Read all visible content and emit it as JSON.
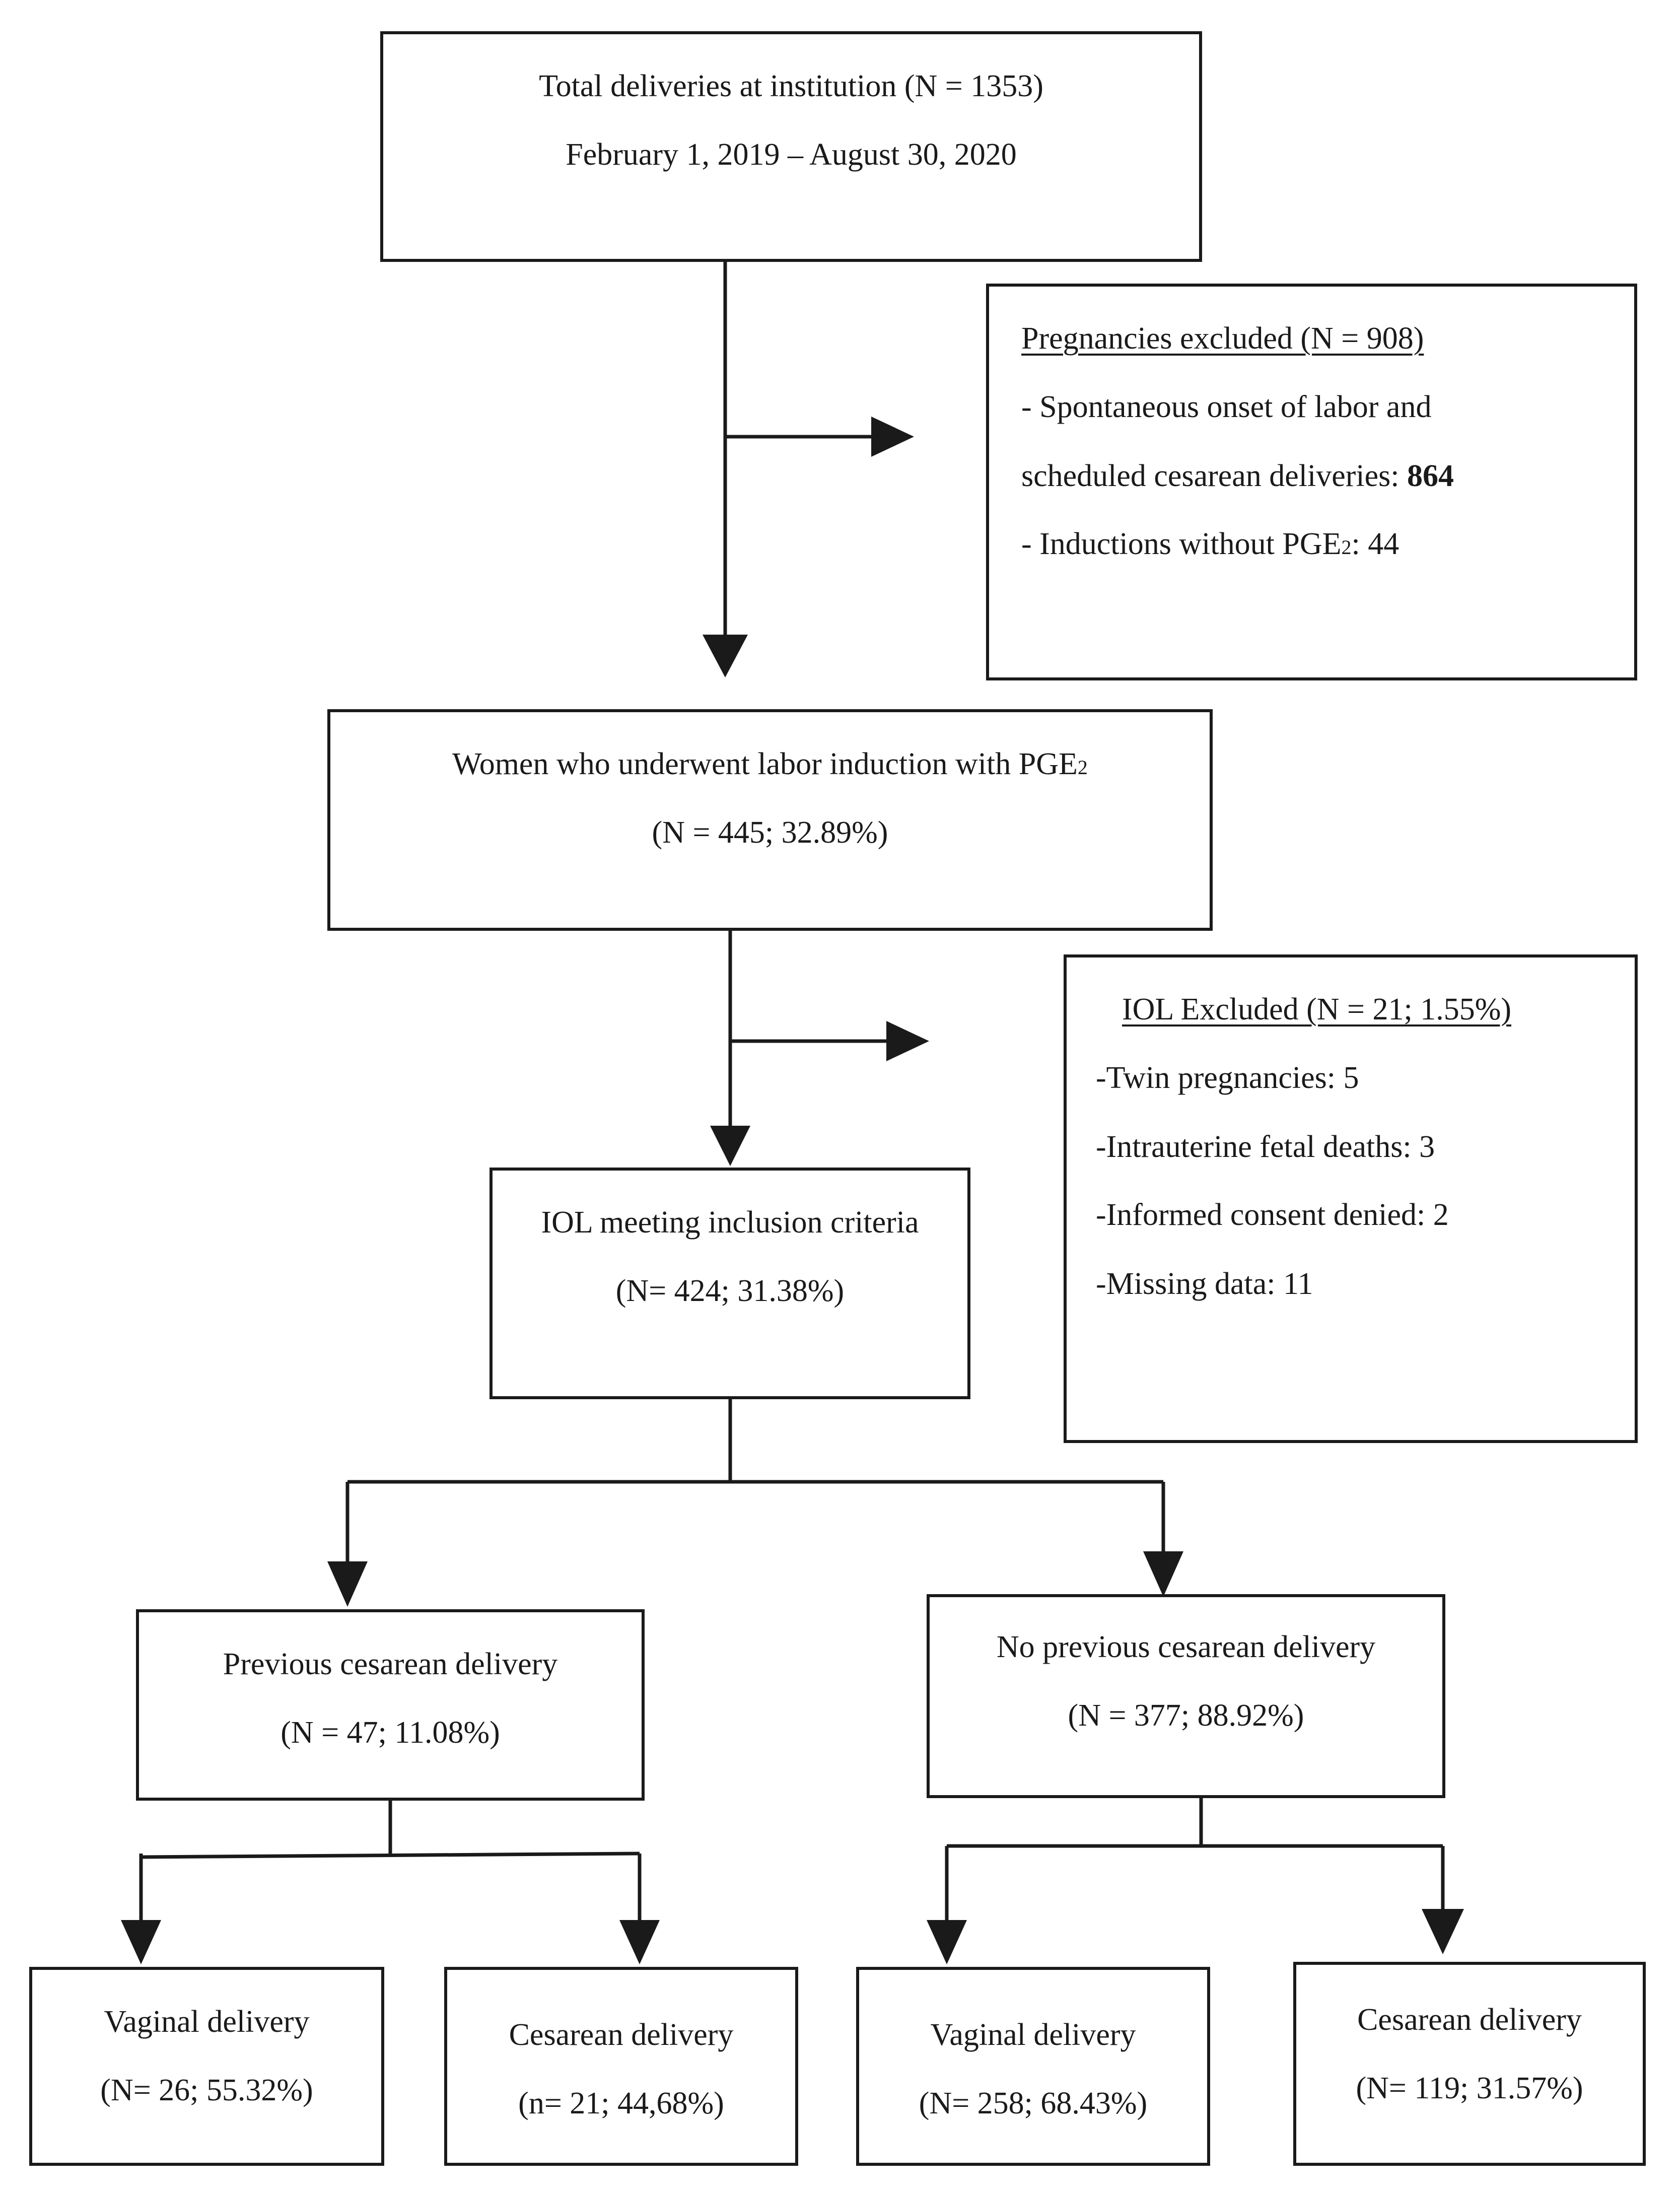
{
  "total": {
    "line1": "Total deliveries at institution (N = 1353)",
    "line2": "February 1, 2019 – August 30, 2020"
  },
  "excluded1": {
    "title": "Pregnancies excluded (N = 908)",
    "item1_line1": "- Spontaneous onset of labor and",
    "item1_line2_text": "scheduled cesarean deliveries: ",
    "item1_line2_value": "864",
    "item2_prefix": "- Inductions without PGE",
    "item2_sub": "2",
    "item2_suffix": ": 44"
  },
  "induction": {
    "line1_prefix": "Women who underwent labor induction with PGE",
    "line1_sub": "2",
    "line2": "(N = 445; 32.89%)"
  },
  "excluded2": {
    "title": "IOL Excluded (N = 21; 1.55%)",
    "items": [
      "-Twin pregnancies: 5",
      "-Intrauterine fetal deaths: 3",
      "-Informed consent denied: 2",
      "-Missing data: 11"
    ]
  },
  "inclusion": {
    "line1": "IOL meeting inclusion criteria",
    "line2": "(N= 424; 31.38%)"
  },
  "prev_cesarean": {
    "line1": "Previous cesarean delivery",
    "line2": "(N = 47; 11.08%)"
  },
  "no_prev_cesarean": {
    "line1": "No previous cesarean delivery",
    "line2": "(N = 377; 88.92%)"
  },
  "outcomes": {
    "prev_vaginal": {
      "line1": "Vaginal delivery",
      "line2": "(N= 26; 55.32%)"
    },
    "prev_cesarean": {
      "line1": "Cesarean delivery",
      "line2": "(n= 21; 44,68%)"
    },
    "noprev_vaginal": {
      "line1": "Vaginal delivery",
      "line2": "(N= 258; 68.43%)"
    },
    "noprev_cesarean": {
      "line1": "Cesarean delivery",
      "line2": "(N= 119; 31.57%)"
    }
  }
}
